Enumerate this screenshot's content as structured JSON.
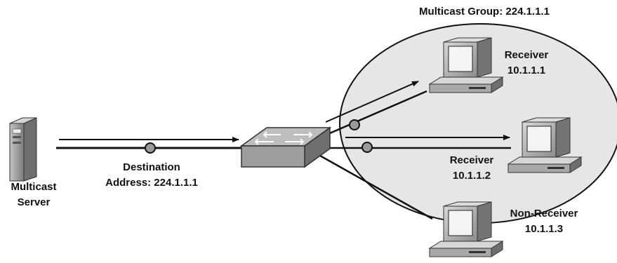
{
  "group_label": "Multicast Group: 224.1.1.1",
  "server": {
    "line1": "Multicast",
    "line2": "Server"
  },
  "destination": {
    "line1": "Destination",
    "line2": "Address: 224.1.1.1"
  },
  "receiver1": {
    "line1": "Receiver",
    "line2": "10.1.1.1"
  },
  "receiver2": {
    "line1": "Receiver",
    "line2": "10.1.1.2"
  },
  "nonreceiver": {
    "line1": "Non-Receiver",
    "line2": "10.1.1.3"
  },
  "colors": {
    "group_fill": "#e6e6e6",
    "device_light": "#c8c8c8",
    "device_dark": "#7a7a7a",
    "line": "#111111"
  }
}
